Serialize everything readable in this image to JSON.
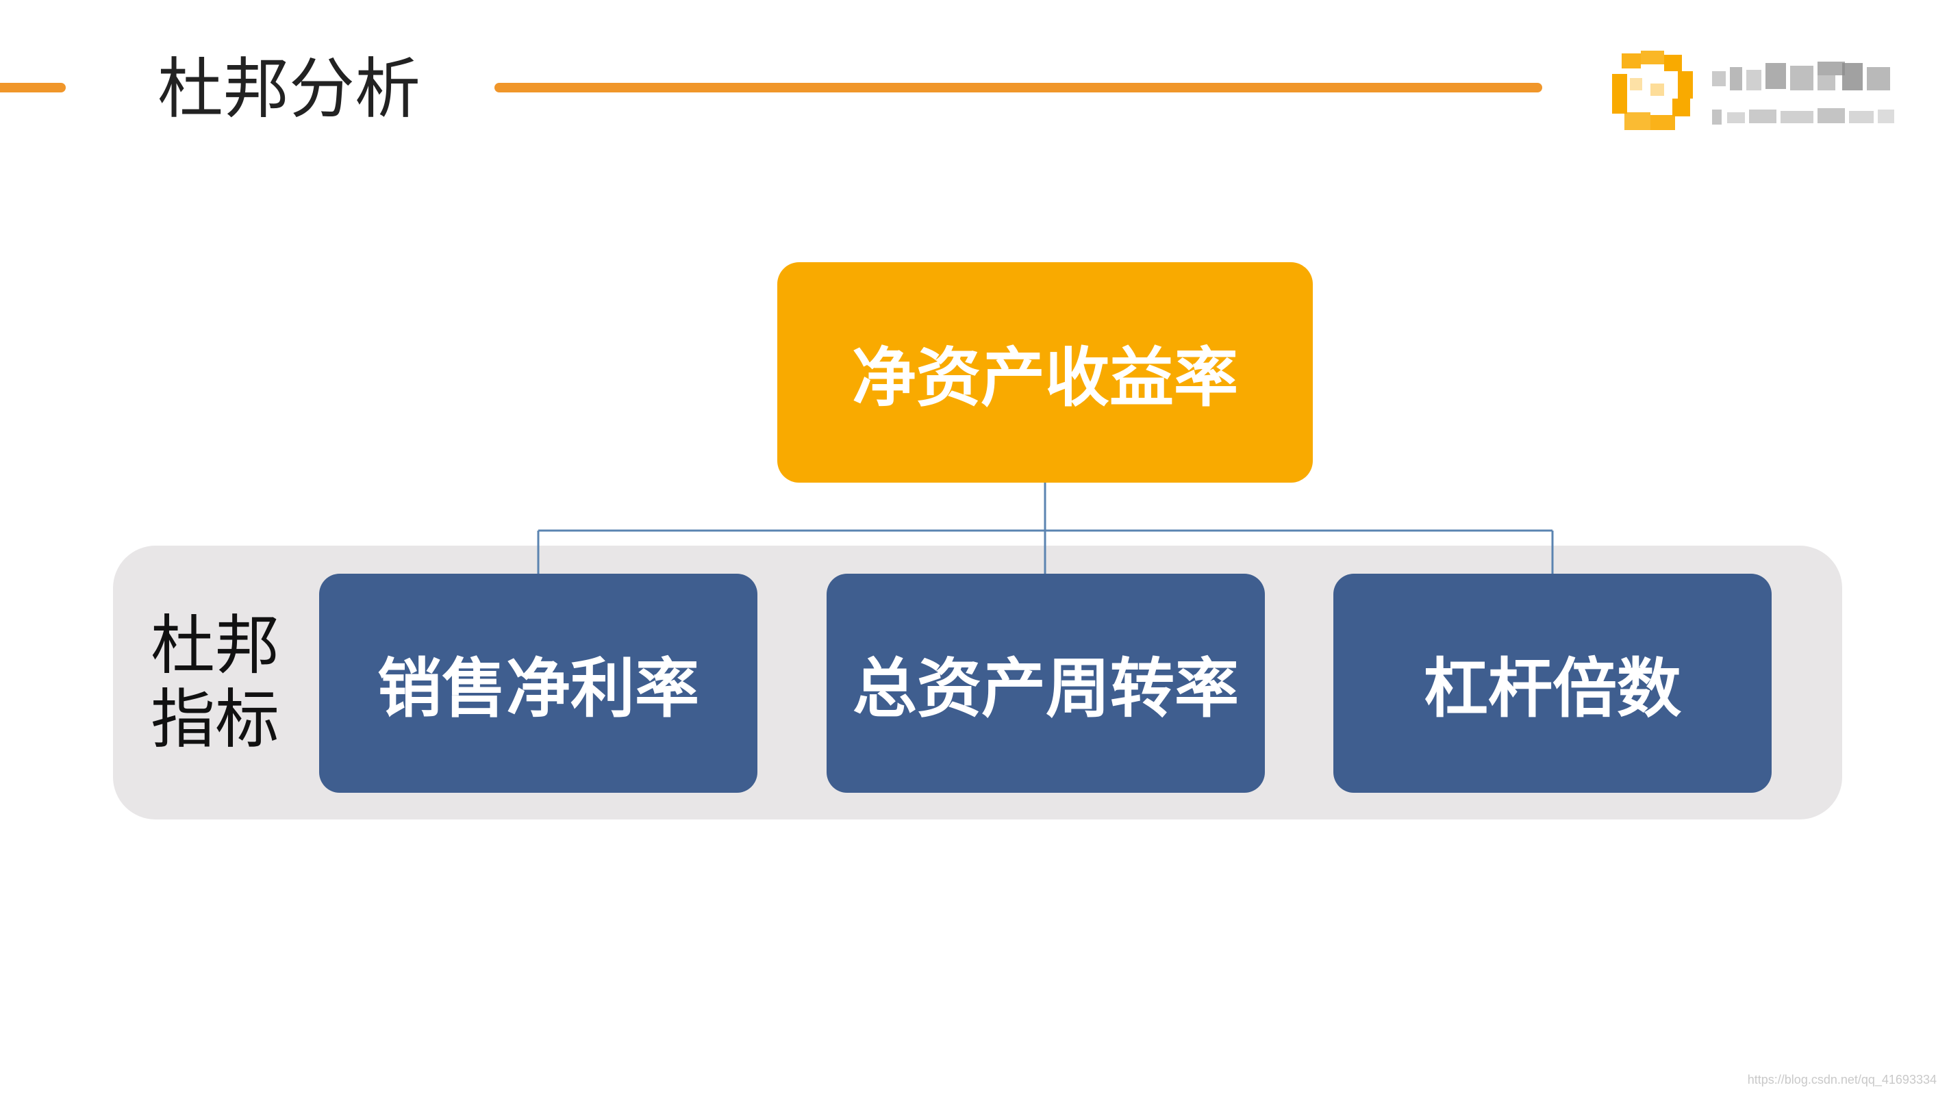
{
  "header": {
    "title": "杜邦分析",
    "accent_color": "#F0962A"
  },
  "logo": {
    "icon": "logo-ring-icon",
    "obscured": true
  },
  "diagram": {
    "root": {
      "label": "净资产收益率",
      "color": "#F9AA00"
    },
    "group": {
      "label_line1": "杜邦",
      "label_line2": "指标",
      "panel_color": "#E8E6E7"
    },
    "children": [
      {
        "label": "销售净利率",
        "color": "#3F5E8F"
      },
      {
        "label": "总资产周转率",
        "color": "#3F5E8F"
      },
      {
        "label": "杠杆倍数",
        "color": "#3F5E8F"
      }
    ],
    "connector_color": "#5B84B1"
  },
  "watermark": {
    "text": "https://blog.csdn.net/qq_41693334"
  }
}
